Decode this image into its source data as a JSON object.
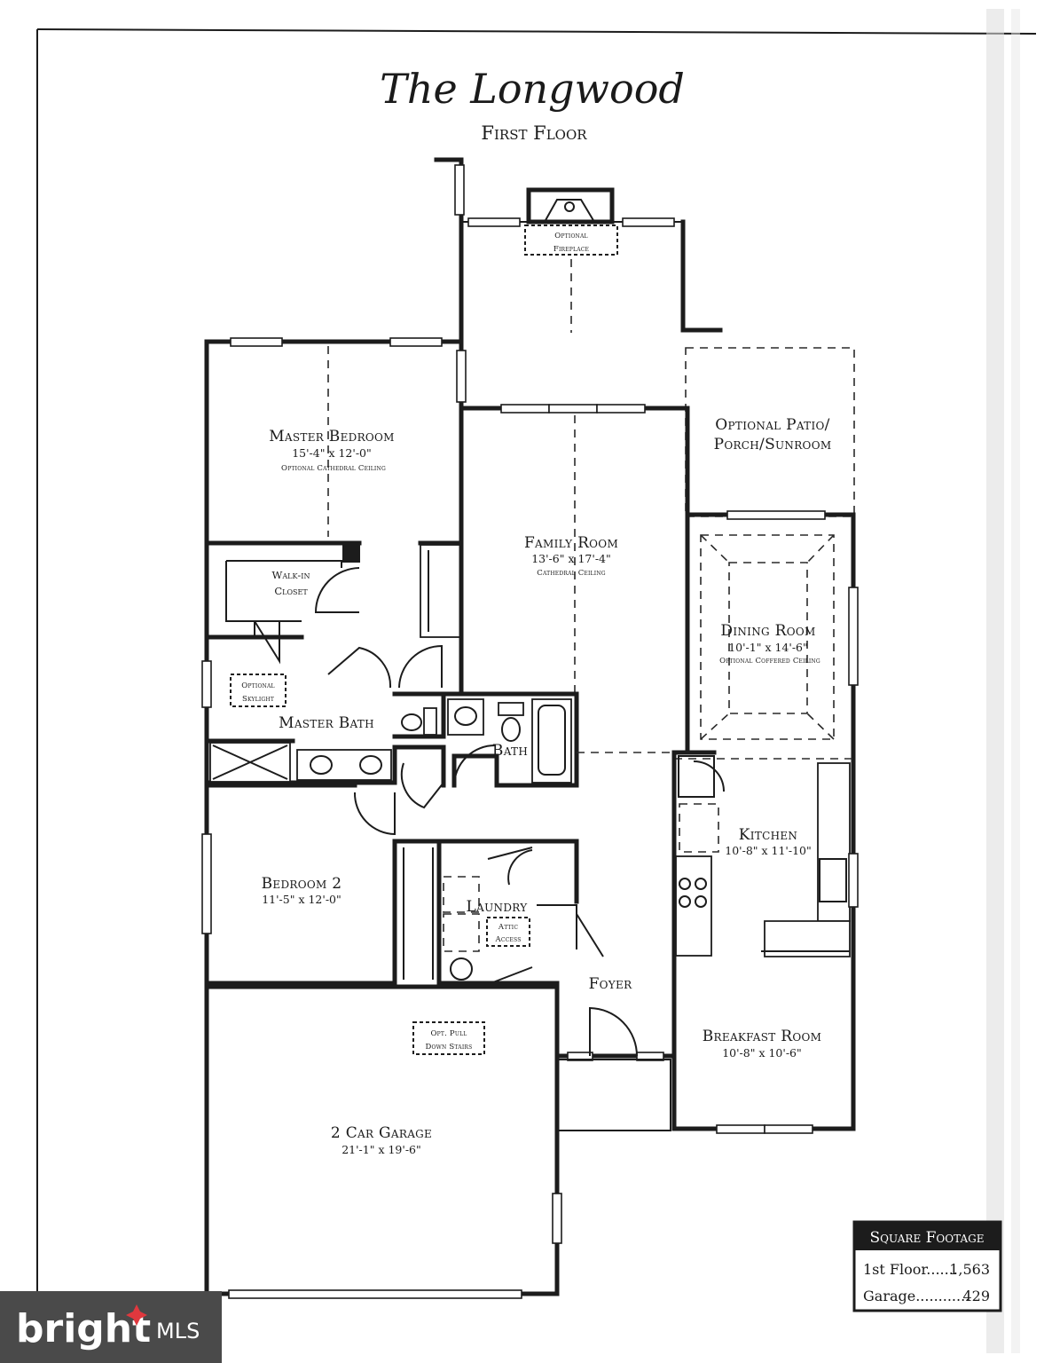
{
  "title": "The Longwood",
  "subtitle": "First Floor",
  "rooms": {
    "fireplace": {
      "line1": "Optional",
      "line2": "Fireplace"
    },
    "patio": {
      "line1": "Optional Patio/",
      "line2": "Porch/Sunroom"
    },
    "master_bedroom": {
      "name": "Master Bedroom",
      "dims": "15'-4\" x 12'-0\"",
      "note": "Optional Cathedral Ceiling"
    },
    "walkin_closet": {
      "line1": "Walk-in",
      "line2": "Closet"
    },
    "family_room": {
      "name": "Family Room",
      "dims": "13'-6\" x 17'-4\"",
      "note": "Cathedral Ceiling"
    },
    "dining_room": {
      "name": "Dining Room",
      "dims": "10'-1\" x 14'-6\"",
      "note": "Optional Coffered Ceiling"
    },
    "skylight": {
      "line1": "Optional",
      "line2": "Skylight"
    },
    "master_bath": {
      "name": "Master Bath"
    },
    "bath": {
      "name": "Bath"
    },
    "kitchen": {
      "name": "Kitchen",
      "dims": "10'-8\" x 11'-10\""
    },
    "bedroom2": {
      "name": "Bedroom 2",
      "dims": "11'-5\" x 12'-0\""
    },
    "laundry": {
      "name": "Laundry"
    },
    "attic": {
      "line1": "Attic",
      "line2": "Access"
    },
    "foyer": {
      "name": "Foyer"
    },
    "pulldown": {
      "line1": "Opt. Pull",
      "line2": "Down Stairs"
    },
    "breakfast_room": {
      "name": "Breakfast Room",
      "dims": "10'-8\" x 10'-6\""
    },
    "garage": {
      "name": "2 Car Garage",
      "dims": "21'-1\" x 19'-6\""
    }
  },
  "square_footage": {
    "header": "Square Footage",
    "rows": [
      {
        "label": "1st Floor.......",
        "value": "1,563"
      },
      {
        "label": "Garage............",
        "value": "429"
      }
    ]
  },
  "watermark": {
    "brand": "bright",
    "suffix": "MLS"
  }
}
